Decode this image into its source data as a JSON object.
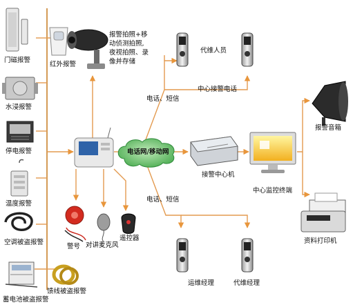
{
  "sensors": {
    "door": "门磁报警",
    "infrared": "红外报警",
    "flood": "水浸报警",
    "power_outage": "停电报警",
    "temperature": "温度报警",
    "ac_theft": "空调被盗报警",
    "battery_theft": "蓄电池被盗报警",
    "cable_theft": "馈线被盗报警"
  },
  "camera": {
    "caption": "报警拍照+移\n动侦测拍照,\n夜视拍照、录\n像并存储"
  },
  "host_peripherals": {
    "siren": "警号",
    "intercom_mic": "对讲麦克风",
    "remote": "遥控器"
  },
  "network": {
    "label": "电话网/移动网",
    "upper_link": "电话、短信",
    "lower_link": "电话、短信"
  },
  "center": {
    "receiver": "接警中心机",
    "monitor": "中心监控终端",
    "alarm_speaker": "报警音箱",
    "printer": "资料打印机",
    "phone_group": "中心接警电话"
  },
  "personnel": {
    "agent": "代维人员",
    "ops_manager": "运维经理",
    "agent_manager": "代维经理"
  },
  "colors": {
    "line": "#e8a050",
    "cloud": "#2f8a3a",
    "bus": "#d49a55"
  }
}
